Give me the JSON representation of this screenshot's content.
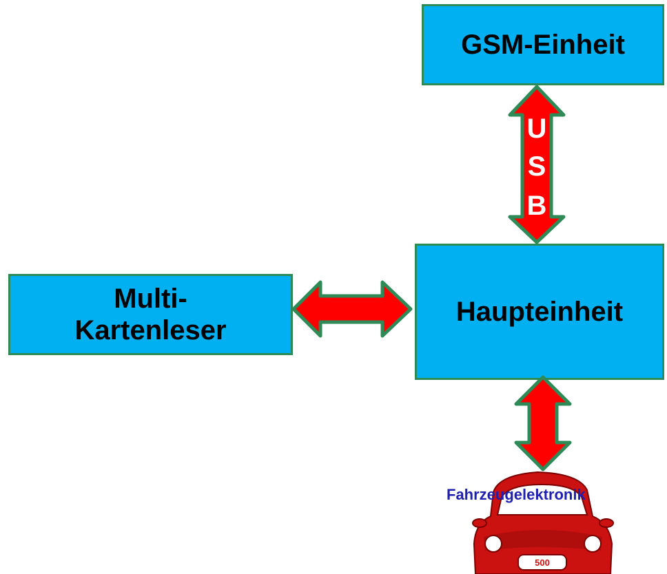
{
  "boxes": {
    "gsm": "GSM-Einheit",
    "main": "Haupteinheit",
    "reader_line1": "Multi-",
    "reader_line2": "Kartenleser"
  },
  "usb": {
    "letters": [
      "U",
      "S",
      "B"
    ]
  },
  "car": {
    "label": "Fahrzeugelektronik",
    "badge": "500",
    "icon": "car-icon"
  },
  "colors": {
    "box_fill": "#00b0f0",
    "box_border": "#2e8b57",
    "arrow_fill": "#ff0000",
    "arrow_stroke": "#2e8b57",
    "car": "#cc1111",
    "label": "#1f1fb0"
  }
}
